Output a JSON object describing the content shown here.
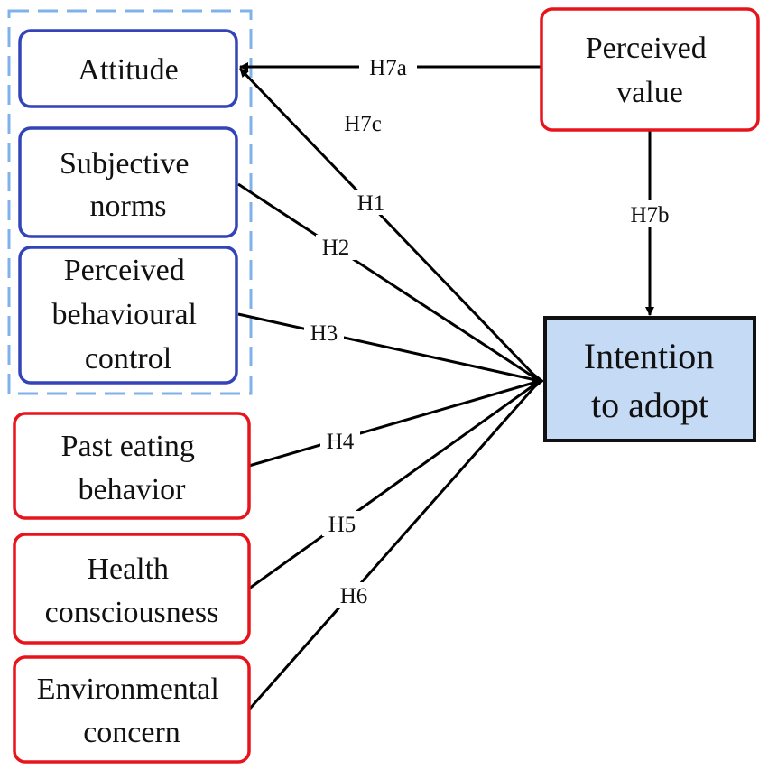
{
  "colors": {
    "blue_border": "#3343b8",
    "red_border": "#e8141c",
    "group_dash": "#7fb2ea",
    "target_fill": "#c5daf5",
    "target_border": "#111111",
    "arrow": "#000000"
  },
  "nodes": {
    "attitude": {
      "lines": [
        "Attitude"
      ]
    },
    "subjective_norms": {
      "lines": [
        "Subjective",
        "norms"
      ]
    },
    "pbc": {
      "lines": [
        "Perceived",
        "behavioural",
        "control"
      ]
    },
    "past_eating": {
      "lines": [
        "Past eating",
        "behavior"
      ]
    },
    "health": {
      "lines": [
        "Health",
        "consciousness"
      ]
    },
    "environmental": {
      "lines": [
        "Environmental",
        "concern"
      ]
    },
    "perceived_value": {
      "lines": [
        "Perceived",
        "value"
      ]
    },
    "intention": {
      "lines": [
        "Intention",
        "to adopt"
      ]
    }
  },
  "edges": {
    "h7a": "H7a",
    "h7b": "H7b",
    "h7c": "H7c",
    "h1": "H1",
    "h2": "H2",
    "h3": "H3",
    "h4": "H4",
    "h5": "H5",
    "h6": "H6"
  }
}
